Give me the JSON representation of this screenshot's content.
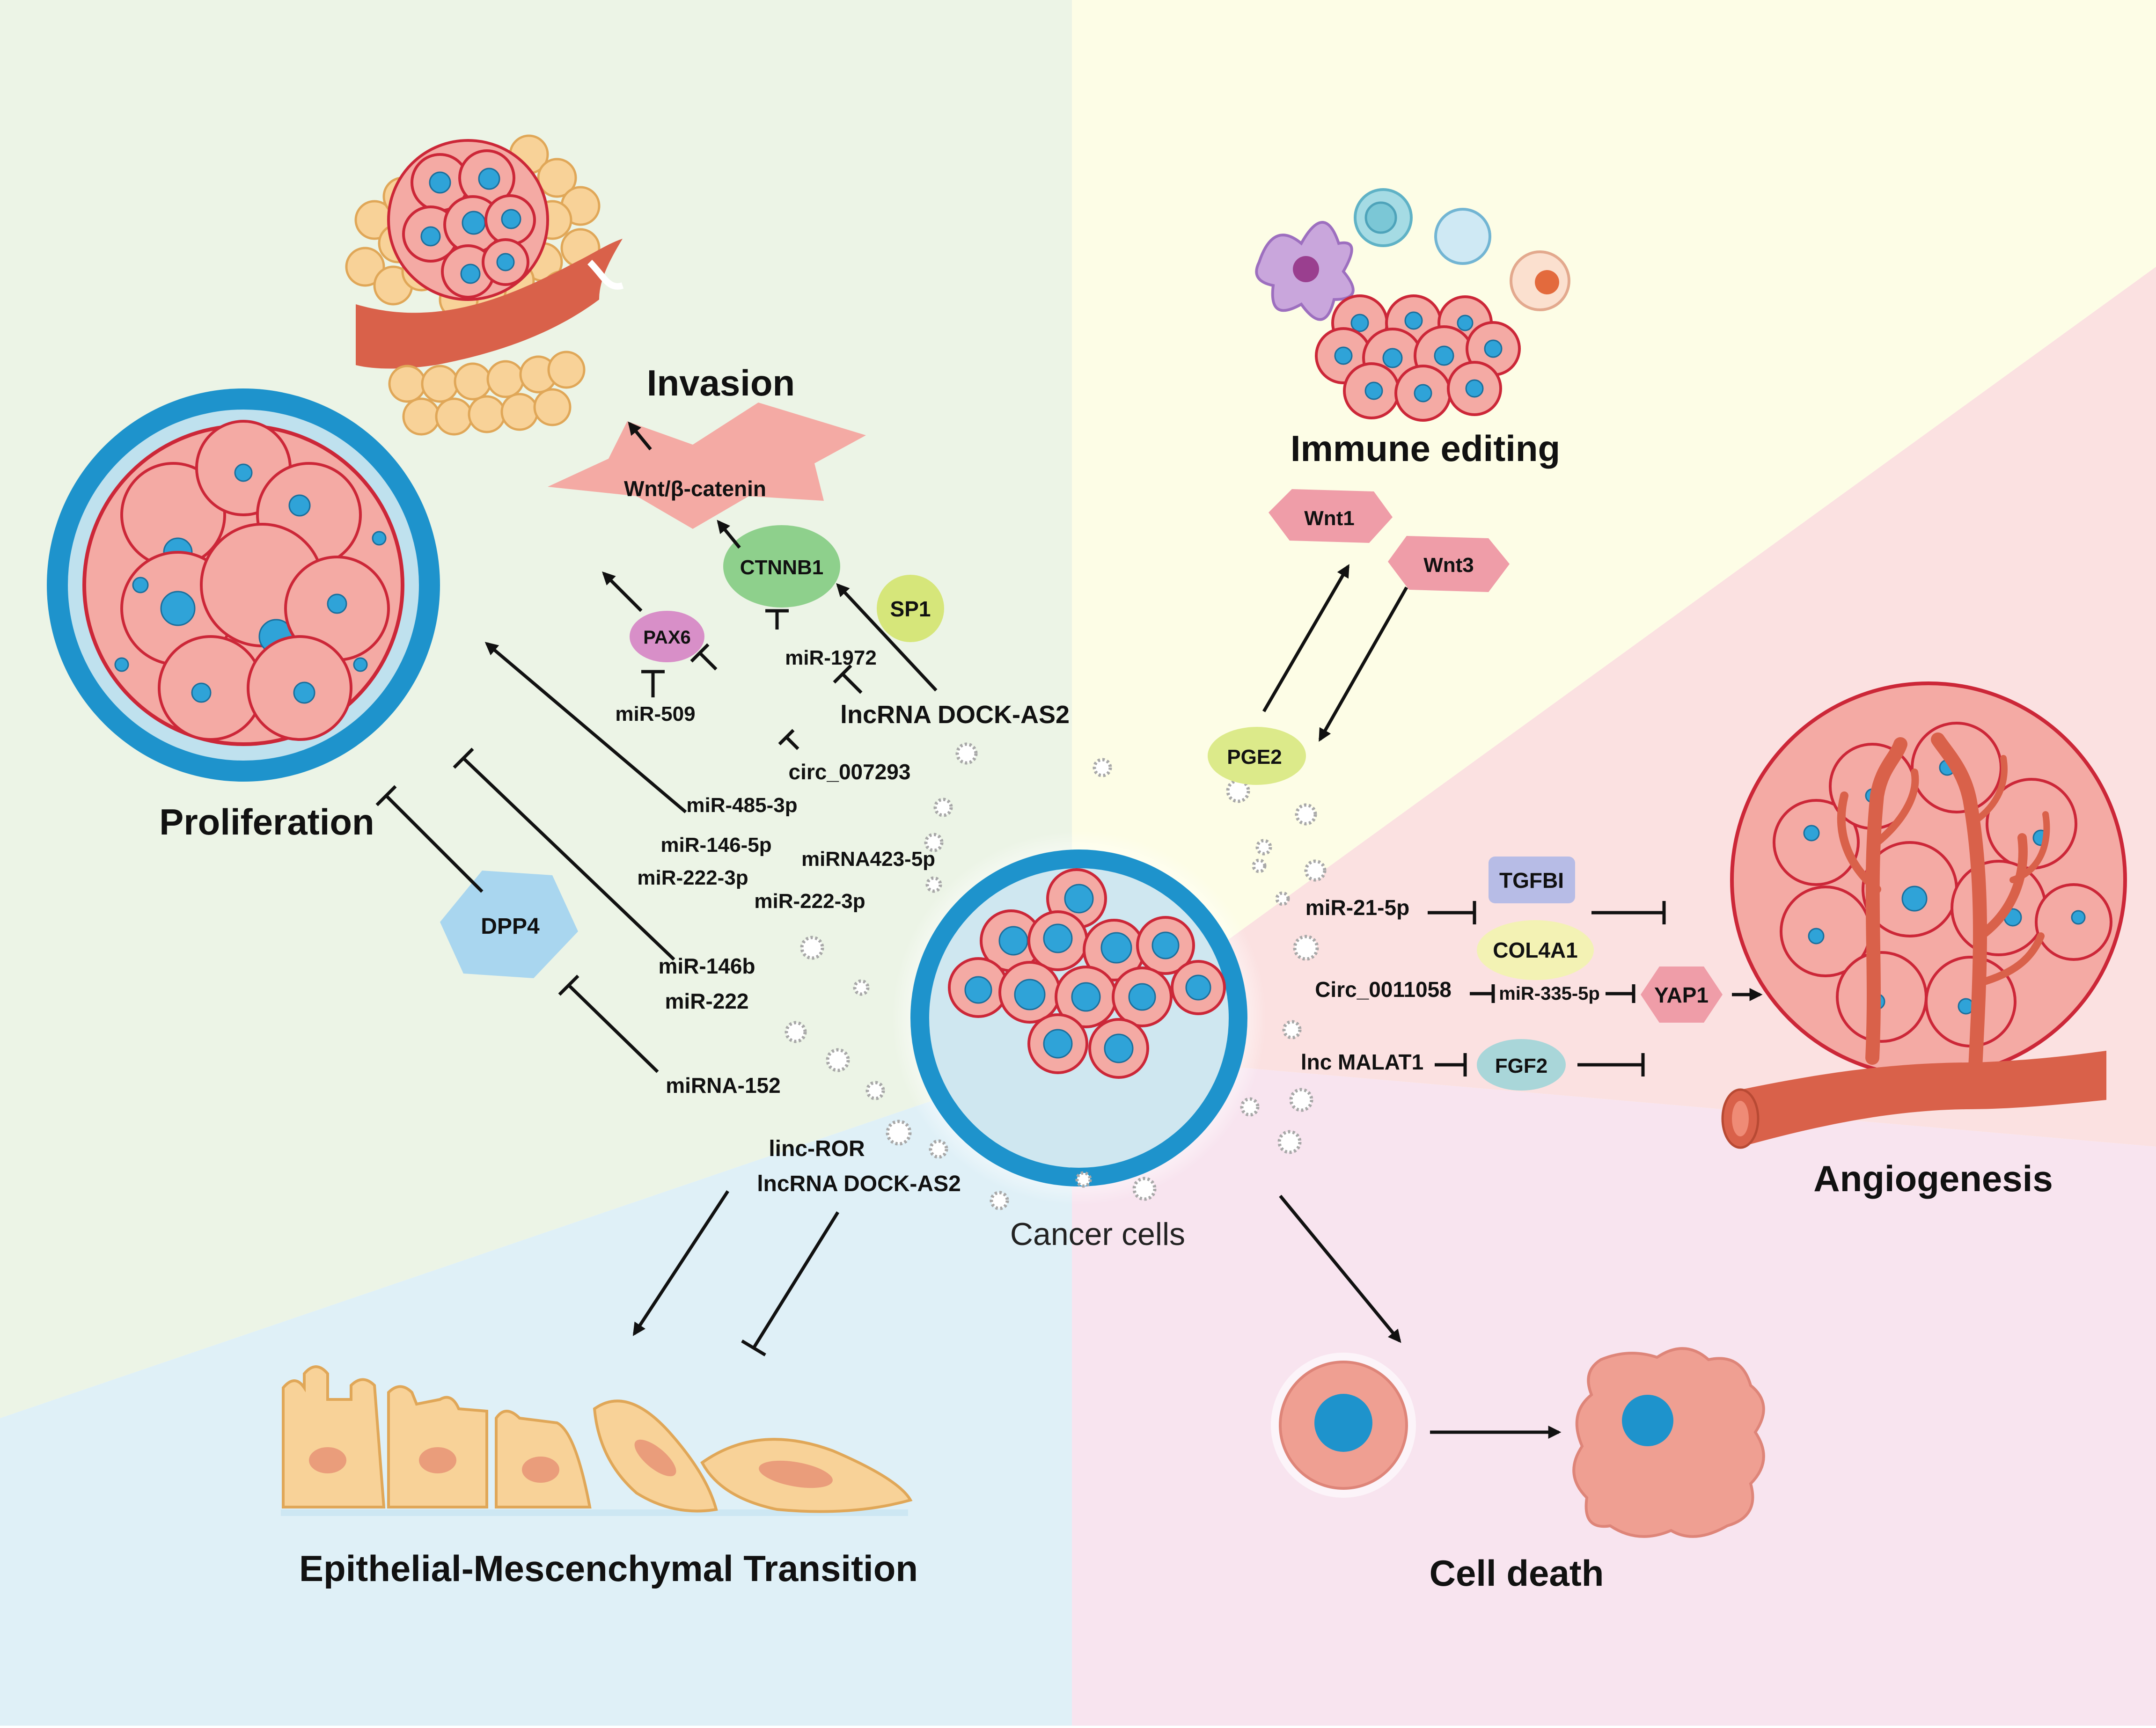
{
  "processes": {
    "invasion": "Invasion",
    "proliferation": "Proliferation",
    "emt": "Epithelial-Mescenchymal Transition",
    "immune_editing": "Immune editing",
    "angiogenesis": "Angiogenesis",
    "cell_death": "Cell death",
    "center": "Cancer cells"
  },
  "invasion_pathway": {
    "wnt_beta_catenin": "Wnt/β-catenin",
    "ctnnb1": "CTNNB1",
    "sp1": "SP1",
    "pax6": "PAX6",
    "mir_1972": "miR-1972",
    "mir_509": "miR-509",
    "lncrna_dock_as2": "lncRNA DOCK-AS2",
    "circ_007293": "circ_007293"
  },
  "proliferation_regulators": {
    "mir_485_3p": "miR-485-3p",
    "mir_146_5p": "miR-146-5p",
    "mirna423_5p": "miRNA423-5p",
    "mir_222_3p_a": "miR-222-3p",
    "mir_222_3p_b": "miR-222-3p",
    "mir_146b": "miR-146b",
    "mir_222": "miR-222",
    "dpp4": "DPP4",
    "mirna_152": "miRNA-152"
  },
  "emt_regulators": {
    "linc_ror": "linc-ROR",
    "lncrna_dock_as2": "lncRNA DOCK-AS2"
  },
  "immune_pathway": {
    "wnt1": "Wnt1",
    "wnt3": "Wnt3",
    "pge2": "PGE2"
  },
  "angiogenesis_pathway": {
    "mir_21_5p": "miR-21-5p",
    "tgfbi": "TGFBI",
    "col4a1": "COL4A1",
    "circ_0011058": "Circ_0011058",
    "mir_335_5p": "miR-335-5p",
    "yap1": "YAP1",
    "lnc_malat1": "lnc MALAT1",
    "fgf2": "FGF2"
  },
  "colors": {
    "green_region": "#ecf4e6",
    "yellow_region": "#fdfde6",
    "pink_region": "#fbe1e1",
    "magenta_region": "#f8e4ef",
    "blue_region": "#dff0f7",
    "cell_fill": "#f4aaa4",
    "cell_border": "#cc2738",
    "nucleus": "#2fa3d8",
    "vessel": "#d9614a",
    "membrane_blue": "#1e93cc"
  }
}
